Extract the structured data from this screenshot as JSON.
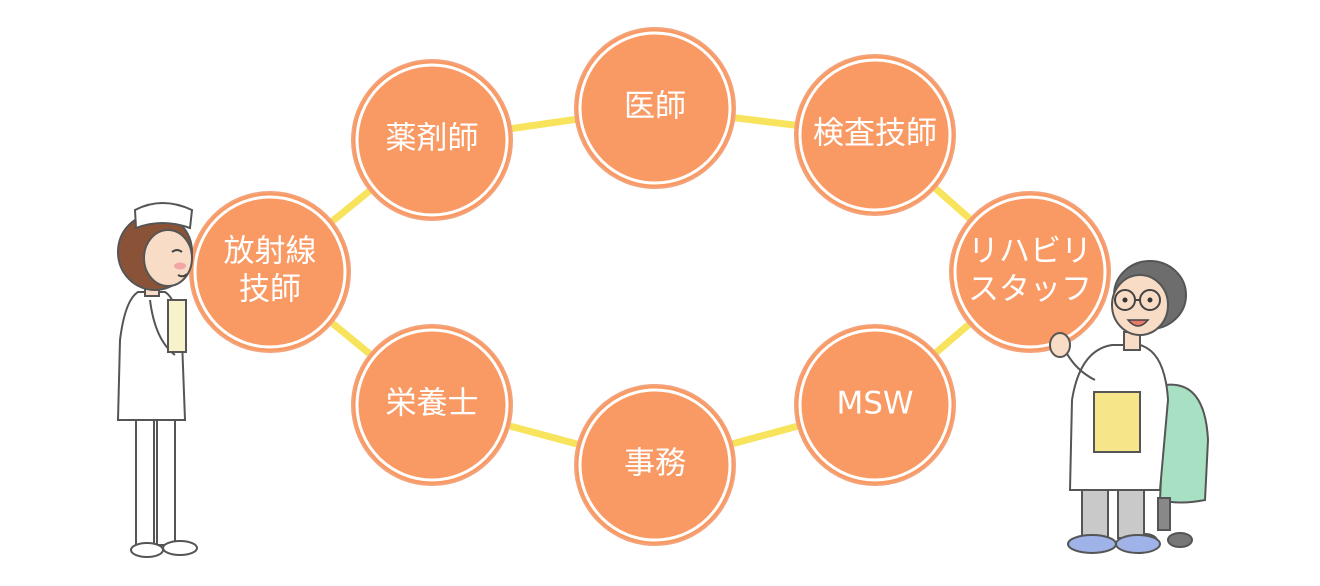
{
  "diagram": {
    "colors": {
      "node_fill": "#f99a64",
      "node_ring": "#f3a27a",
      "connector": "#f7e45c",
      "background": "#ffffff"
    },
    "nodes": [
      {
        "id": "doctor",
        "lines": [
          "医師"
        ]
      },
      {
        "id": "lab-technician",
        "lines": [
          "検査技師"
        ]
      },
      {
        "id": "rehab-staff",
        "lines": [
          "リハビリ",
          "スタッフ"
        ]
      },
      {
        "id": "msw",
        "lines": [
          "MSW"
        ]
      },
      {
        "id": "office",
        "lines": [
          "事務"
        ]
      },
      {
        "id": "dietitian",
        "lines": [
          "栄養士"
        ]
      },
      {
        "id": "radiology-tech",
        "lines": [
          "放射線",
          "技師"
        ]
      },
      {
        "id": "pharmacist",
        "lines": [
          "薬剤師"
        ]
      }
    ],
    "illustrations": [
      {
        "id": "nurse",
        "icon": "nurse-illustration"
      },
      {
        "id": "doctor-seated",
        "icon": "doctor-illustration"
      }
    ]
  }
}
